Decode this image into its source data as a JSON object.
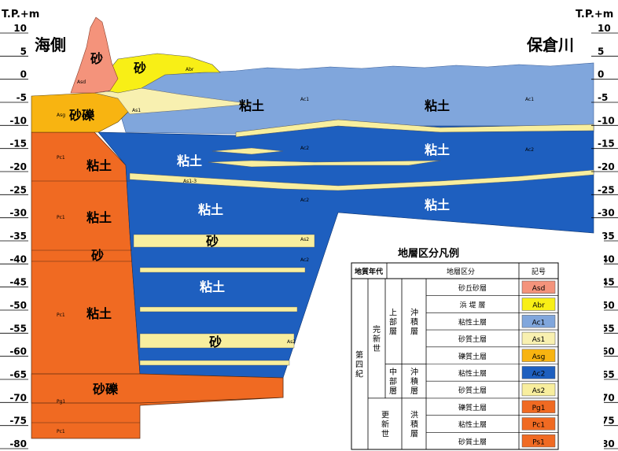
{
  "axis": {
    "unit_label": "T.P.+m",
    "ticks": [
      "10",
      "5",
      "0",
      "-5",
      "-10",
      "-15",
      "-20",
      "-25",
      "-30",
      "-35",
      "-40",
      "-45",
      "-50",
      "-55",
      "-60",
      "-65",
      "-70",
      "-75",
      "-80"
    ],
    "tick_values": [
      10,
      5,
      0,
      -5,
      -10,
      -15,
      -20,
      -25,
      -30,
      -35,
      -40,
      -45,
      -50,
      -55,
      -60,
      -65,
      -70,
      -75,
      -80
    ]
  },
  "sides": {
    "left": "海側",
    "right": "保倉川"
  },
  "colors": {
    "Asd": "#f4937b",
    "Abr": "#f8ef16",
    "Ac1": "#80a6dc",
    "As1": "#f8f0b0",
    "Asg": "#f8b411",
    "Ac2": "#1e5fbf",
    "As2": "#f8ee9e",
    "Pg1": "#f06a22",
    "Pc1": "#f06a22",
    "Ps1": "#f06a22"
  },
  "labels": {
    "suna": "砂",
    "nendo": "粘土",
    "sareki": "砂礫",
    "Asd": "Asd",
    "Abr": "Abr",
    "As1": "As1",
    "Ac1": "Ac1",
    "Asg": "Asg",
    "Ac2": "Ac2",
    "As2": "As2",
    "As1_3": "As1-3",
    "Pc1": "Pc1",
    "Pg1": "Pg1"
  },
  "legend": {
    "title": "地層区分凡例",
    "headers": [
      "地質年代",
      "地層区分",
      "記号"
    ],
    "era": "第四紀",
    "epoch_holocene": "完新世",
    "epoch_pleistocene": "更新世",
    "upper": "上部層",
    "middle": "中部層",
    "alluvial": "沖積層",
    "diluvial": "洪積層",
    "rows": [
      {
        "name": "砂丘砂層",
        "code": "Asd"
      },
      {
        "name": "浜 堤 層",
        "code": "Abr"
      },
      {
        "name": "粘性土層",
        "code": "Ac1"
      },
      {
        "name": "砂質土層",
        "code": "As1"
      },
      {
        "name": "礫質土層",
        "code": "Asg"
      },
      {
        "name": "粘性土層",
        "code": "Ac2"
      },
      {
        "name": "砂質土層",
        "code": "As2"
      },
      {
        "name": "礫質土層",
        "code": "Pg1"
      },
      {
        "name": "粘性土層",
        "code": "Pc1"
      },
      {
        "name": "砂質土層",
        "code": "Ps1"
      }
    ]
  }
}
